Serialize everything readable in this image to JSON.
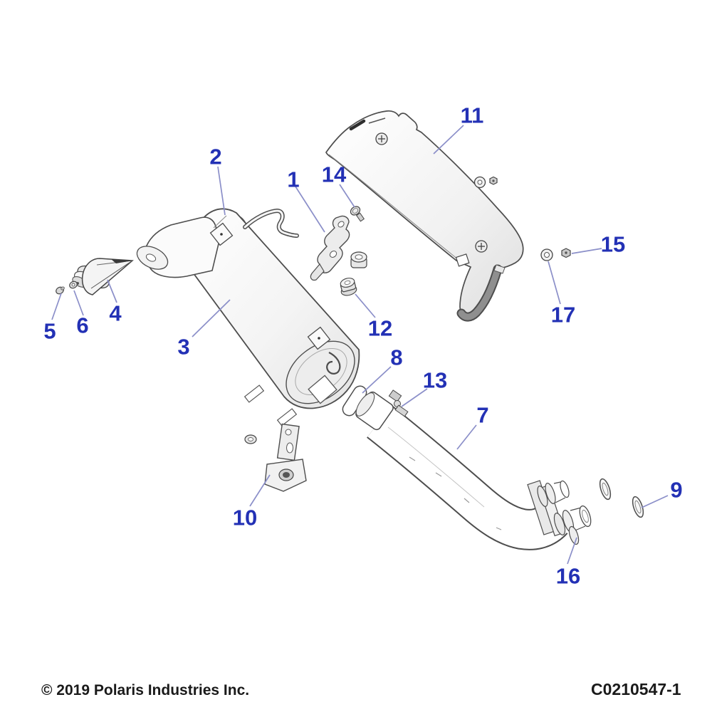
{
  "diagram": {
    "description": "Exploded parts view of an exhaust system: muffler, heat shield, head pipe, tip and mounting hardware",
    "callouts": [
      "1",
      "2",
      "3",
      "4",
      "5",
      "6",
      "7",
      "8",
      "9",
      "10",
      "11",
      "12",
      "13",
      "14",
      "15",
      "16",
      "17"
    ],
    "footer": {
      "copyright": "© 2019 Polaris Industries Inc.",
      "part_code": "C0210547-1"
    }
  },
  "colors": {
    "label_blue": "#2331b5",
    "leader": "#8b8fc9",
    "line": "#4d4d4d",
    "footer_text": "#1a1a1a",
    "background": "#ffffff"
  }
}
